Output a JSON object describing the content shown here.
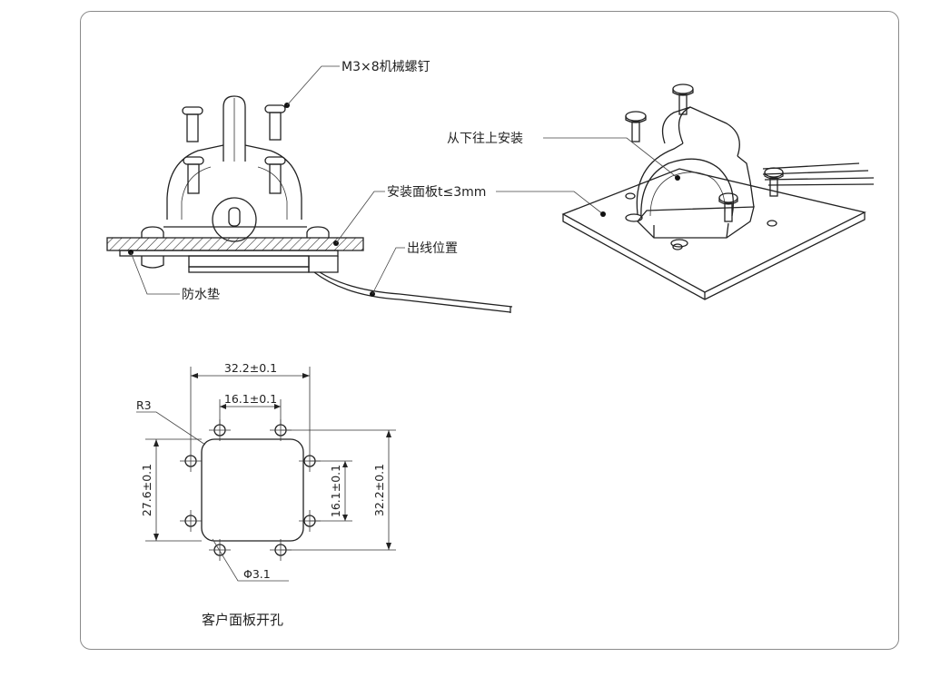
{
  "labels": {
    "screw": "M3×8机械螺钉",
    "install_direction": "从下往上安装",
    "panel": "安装面板t≤3mm",
    "wire_exit": "出线位置",
    "gasket": "防水垫"
  },
  "dimensions": {
    "outer_width": "32.2±0.1",
    "inner_width": "16.1±0.1",
    "radius": "R3",
    "left_height": "27.6±0.1",
    "inner_height": "16.1±0.1",
    "outer_height": "32.2±0.1",
    "hole_dia": "Φ3.1"
  },
  "caption": "客户面板开孔"
}
